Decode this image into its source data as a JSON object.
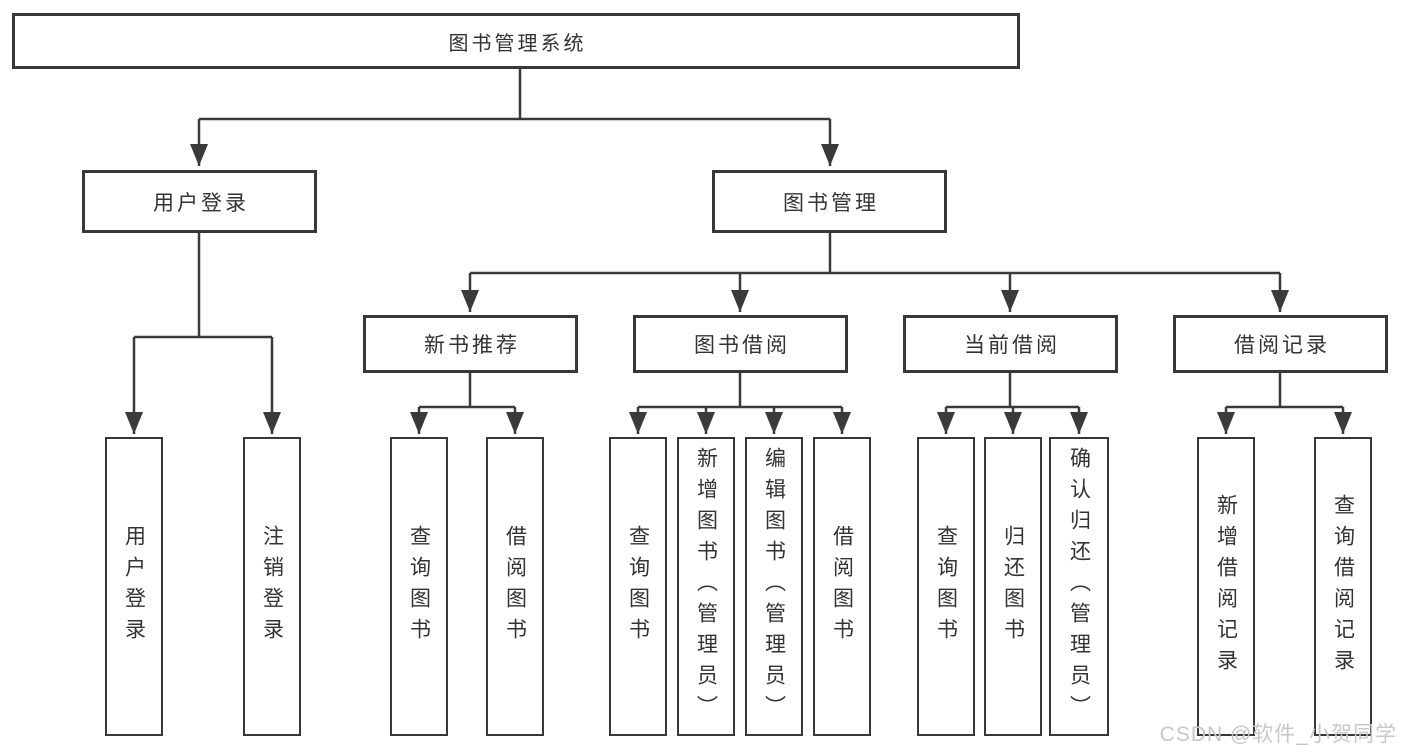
{
  "diagram": {
    "title": "图书管理系统",
    "colors": {
      "line": "#3a3a3a",
      "box_border": "#383838",
      "text": "#333333",
      "background": "#ffffff",
      "watermark": "#c8c8c8"
    },
    "tree": {
      "root": {
        "label": "图书管理系统"
      },
      "level1": [
        {
          "label": "用户登录",
          "children": [
            {
              "label": "用户登录"
            },
            {
              "label": "注销登录"
            }
          ]
        },
        {
          "label": "图书管理",
          "children": [
            {
              "label": "新书推荐",
              "children": [
                {
                  "label": "查询图书"
                },
                {
                  "label": "借阅图书"
                }
              ]
            },
            {
              "label": "图书借阅",
              "children": [
                {
                  "label": "查询图书"
                },
                {
                  "label": "新增图书（管理员）"
                },
                {
                  "label": "编辑图书（管理员）"
                },
                {
                  "label": "借阅图书"
                }
              ]
            },
            {
              "label": "当前借阅",
              "children": [
                {
                  "label": "查询图书"
                },
                {
                  "label": "归还图书"
                },
                {
                  "label": "确认归还（管理员）"
                }
              ]
            },
            {
              "label": "借阅记录",
              "children": [
                {
                  "label": "新增借阅记录"
                },
                {
                  "label": "查询借阅记录"
                }
              ]
            }
          ]
        }
      ]
    },
    "watermark": {
      "text": "CSDN @软件_小贺同学"
    }
  }
}
